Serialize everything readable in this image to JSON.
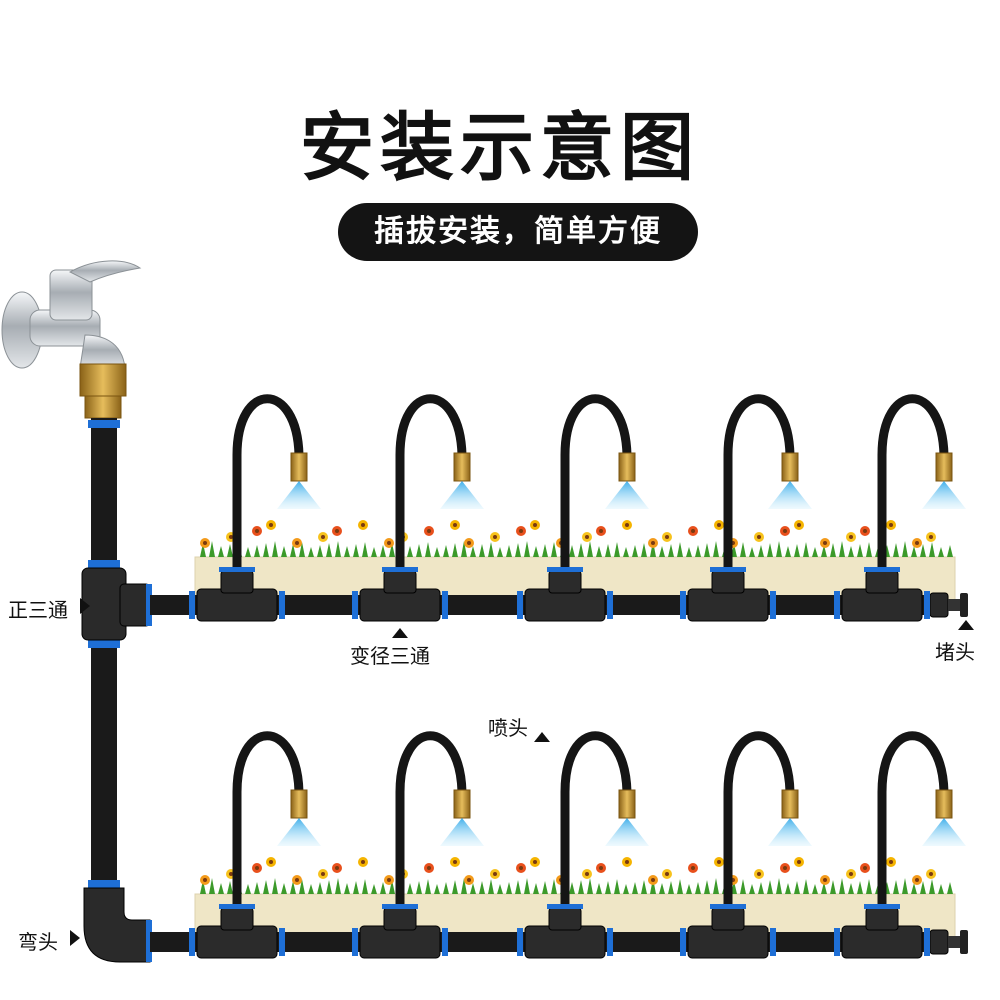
{
  "title": "安装示意图",
  "subtitle": "插拔安装，简单方便",
  "labels": {
    "tee_equal": "正三通",
    "tee_reducing": "变径三通",
    "end_plug": "堵头",
    "nozzle": "喷头",
    "elbow": "弯头"
  },
  "colors": {
    "pipe": "#1a1a1a",
    "ring": "#1e6fd6",
    "spray": "#5cc8f2",
    "planter": "#efe6c6",
    "brass": "#c8962e"
  },
  "rows": [
    {
      "name": "upper-row",
      "branches": 5
    },
    {
      "name": "lower-row",
      "branches": 5
    }
  ]
}
